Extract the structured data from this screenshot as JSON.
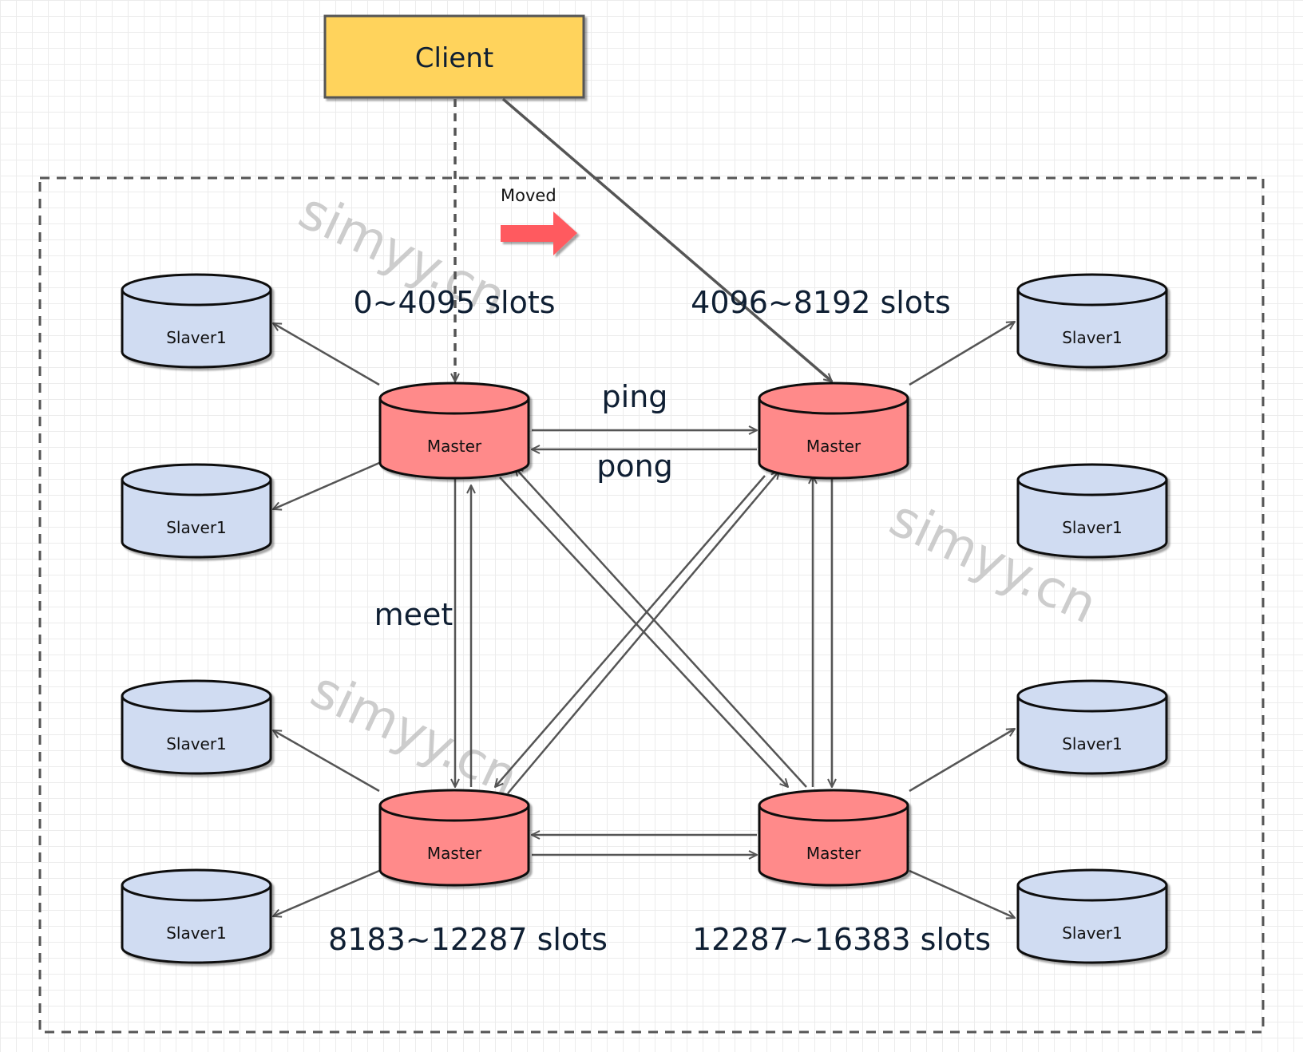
{
  "client": {
    "label": "Client"
  },
  "moved_label": "Moved",
  "masters": [
    {
      "id": "m1",
      "label": "Master",
      "slots": "0~4095 slots"
    },
    {
      "id": "m2",
      "label": "Master",
      "slots": "4096~8192 slots"
    },
    {
      "id": "m3",
      "label": "Master",
      "slots": "8183~12287 slots"
    },
    {
      "id": "m4",
      "label": "Master",
      "slots": "12287~16383 slots"
    }
  ],
  "slaves": [
    {
      "id": "s1",
      "label": "Slaver1"
    },
    {
      "id": "s2",
      "label": "Slaver1"
    },
    {
      "id": "s3",
      "label": "Slaver1"
    },
    {
      "id": "s4",
      "label": "Slaver1"
    },
    {
      "id": "s5",
      "label": "Slaver1"
    },
    {
      "id": "s6",
      "label": "Slaver1"
    },
    {
      "id": "s7",
      "label": "Slaver1"
    },
    {
      "id": "s8",
      "label": "Slaver1"
    }
  ],
  "edge_labels": {
    "ping": "ping",
    "pong": "pong",
    "meet": "meet"
  },
  "watermark": "simyy.cn",
  "colors": {
    "master_fill": "#ff8a8a",
    "slave_fill": "#d0dcf2",
    "client_fill": "#ffd35c",
    "moved_arrow": "#ff5a5f",
    "line": "#555555"
  }
}
